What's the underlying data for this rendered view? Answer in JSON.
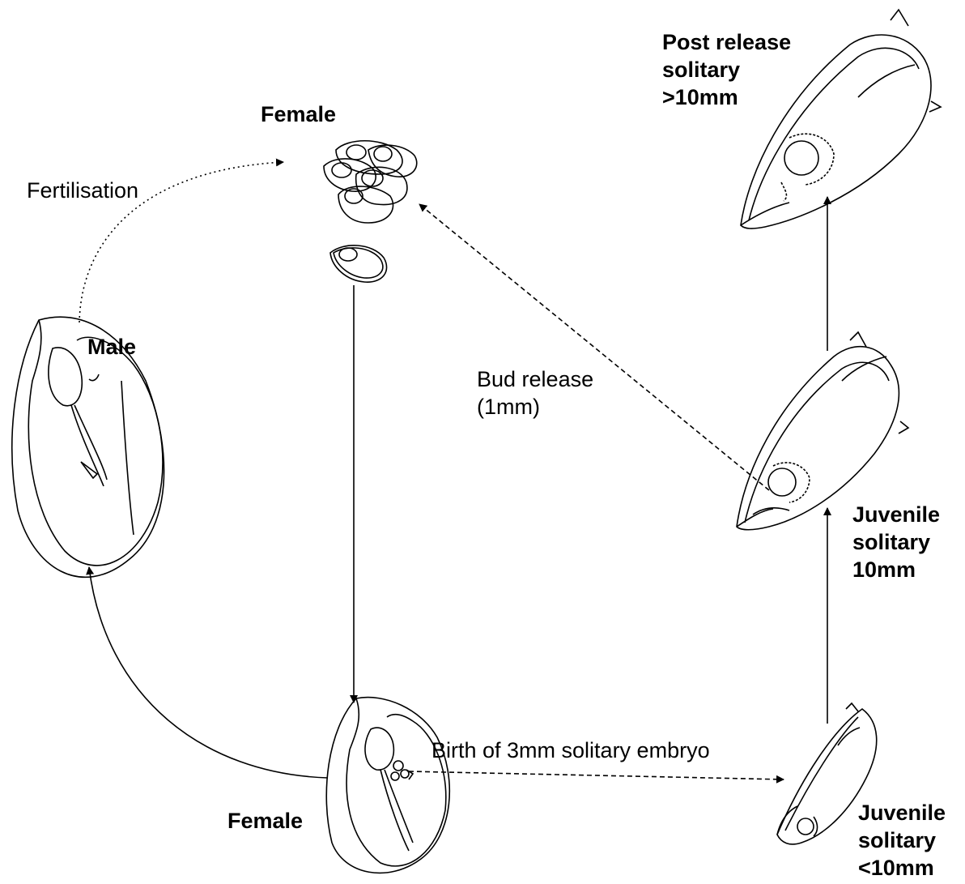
{
  "labels": {
    "female_top": "Female",
    "female_bottom": "Female",
    "male": "Male",
    "fertilisation": "Fertilisation",
    "bud_release": "Bud release\n(1mm)",
    "birth": "Birth of 3mm solitary embryo",
    "post_release": "Post release\nsolitary\n>10mm",
    "juvenile_10": "Juvenile\nsolitary\n10mm",
    "juvenile_lt10": "Juvenile\nsolitary\n<10mm"
  },
  "colors": {
    "line": "#000000",
    "background": "#ffffff"
  }
}
